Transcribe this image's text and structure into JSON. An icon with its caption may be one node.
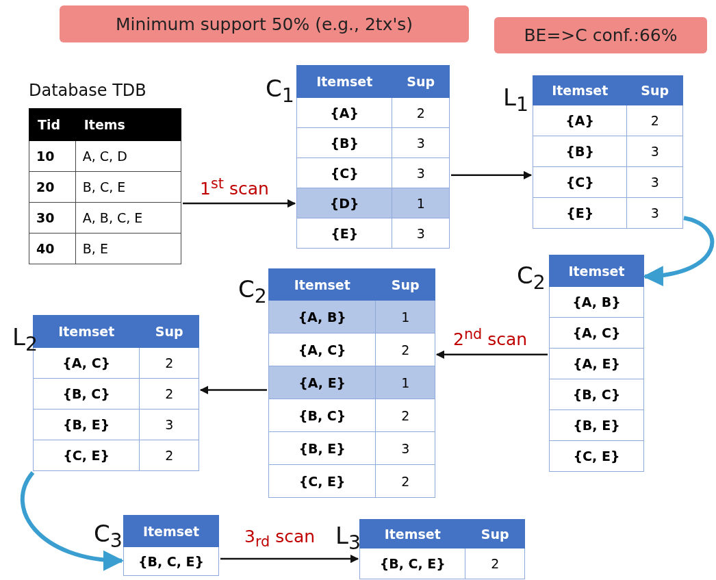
{
  "diagram": {
    "nodes": [
      {
        "text": [
          "Minimum support 50% (e.g., 2tx's)"
        ]
      },
      {
        "text": [
          "BE=>C conf.:66%"
        ]
      },
      {
        "text": [
          "Database TDB",
          "Tid",
          "Items",
          "10",
          "A, C, D",
          "20",
          "B, C, E",
          "30",
          "A, B, C, E",
          "40",
          "B, E"
        ]
      },
      {
        "text": [
          "C$_{1}$",
          "Itemset",
          "Sup",
          "{A}",
          "2",
          "{B}",
          "3",
          "{C}",
          "3",
          "{D}",
          "1",
          "{E}",
          "3"
        ]
      },
      {
        "text": [
          "L$_{1}$",
          "Itemset",
          "Sup",
          "{A}",
          "2",
          "{B}",
          "3",
          "{C}",
          "3",
          "{E}",
          "3"
        ]
      },
      {
        "text": [
          "C$_{2}$",
          "Itemset",
          "{A, B}",
          "{A, C}",
          "{A, E}",
          "{B, C}",
          "{B, E}",
          "{C, E}"
        ]
      },
      {
        "text": [
          "C$_{2}$",
          "Itemset",
          "Sup",
          "{A, B}",
          "1",
          "{A, C}",
          "2",
          "{A, E}",
          "1",
          "{B, C}",
          "2",
          "{B, E}",
          "3",
          "{C, E}",
          "2"
        ]
      },
      {
        "text": [
          "L$_{2}$",
          "Itemset",
          "Sup",
          "{A, C}",
          "2",
          "{B, C}",
          "2",
          "{B, E}",
          "3",
          "{C, E}",
          "2"
        ]
      },
      {
        "text": [
          "C$_{3}$",
          "Itemset",
          "{B, C, E}"
        ]
      },
      {
        "text": [
          "L$_{3}$",
          "Itemset",
          "Sup",
          "{B, C, E}",
          "2"
        ]
      }
    ],
    "edges": [
      {
        "from": 2,
        "to": 3,
        "arrow": "to",
        "label": "1$^{st}$ scan"
      },
      {
        "from": 3,
        "to": 4,
        "arrow": "to"
      },
      {
        "from": 4,
        "to": 5,
        "arrow": "to",
        "style": "thick",
        "color": "#3a9fd0"
      },
      {
        "from": 5,
        "to": 6,
        "arrow": "to",
        "label": "2$^{nd}$ scan"
      },
      {
        "from": 6,
        "to": 7,
        "arrow": "to"
      },
      {
        "from": 7,
        "to": 8,
        "arrow": "to",
        "style": "thick",
        "color": "#3a9fd0"
      },
      {
        "from": 8,
        "to": 9,
        "arrow": "to",
        "label": "3$_{rd}$ scan"
      }
    ]
  }
}
